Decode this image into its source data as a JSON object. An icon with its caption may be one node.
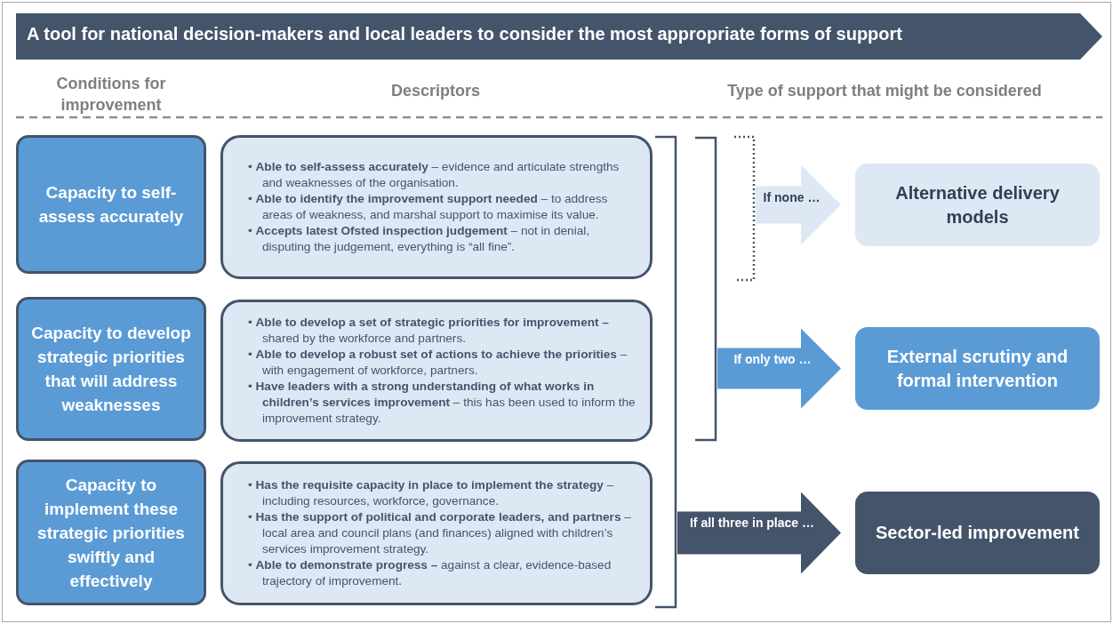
{
  "diagram": {
    "title": "A tool for national decision-makers and local leaders to consider the most appropriate forms of support",
    "nodes": [
      {
        "text": [
          "Capacity to self-assess accurately"
        ]
      },
      {
        "text": [
          "• **Able to self-assess accurately** – evidence and articulate strengths and weaknesses of the organisation.",
          "• **Able to identify the improvement support needed** – to address areas of weakness, and marshal support to maximise its value.",
          "• **Accepts latest Ofsted inspection judgement** – not in denial, disputing the judgement, everything is “all fine”."
        ]
      },
      {
        "text": [
          "Capacity to develop strategic priorities that will address weaknesses"
        ]
      },
      {
        "text": [
          "• **Able to develop a set of strategic priorities for improvement –** shared by the workforce and partners.",
          "• **Able to develop a robust set of actions to achieve the priorities** – with engagement of workforce, partners.",
          "• **Have leaders with a strong understanding of what works in children’s services improvement** – this has been used to inform the improvement strategy."
        ]
      },
      {
        "text": [
          "Capacity to implement these strategic priorities swiftly and effectively"
        ]
      },
      {
        "text": [
          "• **Has the requisite capacity in place to implement the strategy** – including resources, workforce, governance.",
          "• **Has the support of political and corporate leaders, and partners** – local area and council plans (and finances) aligned with children’s services improvement strategy.",
          "• **Able to demonstrate progress –** against a clear, evidence-based trajectory of improvement."
        ]
      },
      {
        "text": [],
        "shape": "bracket"
      },
      {
        "text": [],
        "shape": "bracket"
      },
      {
        "text": [],
        "shape": "bracket"
      },
      {
        "text": [
          "Alternative delivery models"
        ]
      },
      {
        "text": [
          "External scrutiny and formal intervention"
        ]
      },
      {
        "text": [
          "Sector-led improvement"
        ]
      }
    ],
    "edges": [
      {
        "from": 8,
        "to": 9,
        "arrow": "to",
        "label": "If none …",
        "color": "#dde8f4"
      },
      {
        "from": 7,
        "to": 10,
        "arrow": "to",
        "label": "If only two …",
        "color": "#5b9bd5"
      },
      {
        "from": 6,
        "to": 11,
        "arrow": "to",
        "label": "If all three in place …",
        "color": "#44546a"
      }
    ],
    "labels": [
      "Conditions for improvement",
      "Descriptors",
      "Type of support that might be considered"
    ]
  }
}
